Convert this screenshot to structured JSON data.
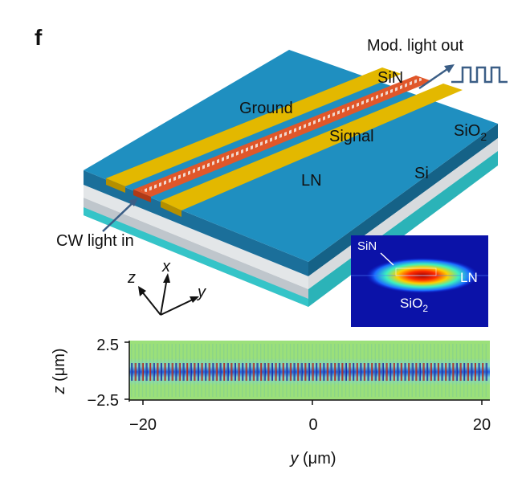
{
  "panel_letter": "f",
  "device": {
    "labels": {
      "mod_light_out": "Mod. light out",
      "sin": "SiN",
      "ground": "Ground",
      "signal": "Signal",
      "sio2_base": "SiO",
      "sio2_sub": "2",
      "ln": "LN",
      "si": "Si",
      "cw_light_in": "CW light in"
    },
    "axes": {
      "z": "z",
      "x": "x",
      "y": "y"
    }
  },
  "inset": {
    "sin": "SiN",
    "ln": "LN",
    "sio2_base": "SiO",
    "sio2_sub": "2"
  },
  "field_map": {
    "ylabel_var": "z",
    "ylabel_unit": " (μm)",
    "xlabel_var": "y",
    "xlabel_unit": " (μm)",
    "y_ticks": [
      "2.5",
      "−2.5"
    ],
    "x_ticks": [
      "−20",
      "0",
      "20"
    ]
  },
  "colors": {
    "substrate_blue": "#1f8fc0",
    "gold": "#e3b800",
    "waveguide": "#e0572a",
    "silicon": "#35c4c8",
    "oxide_gray": "#c9cfd4",
    "field_green": "#9be07a"
  }
}
